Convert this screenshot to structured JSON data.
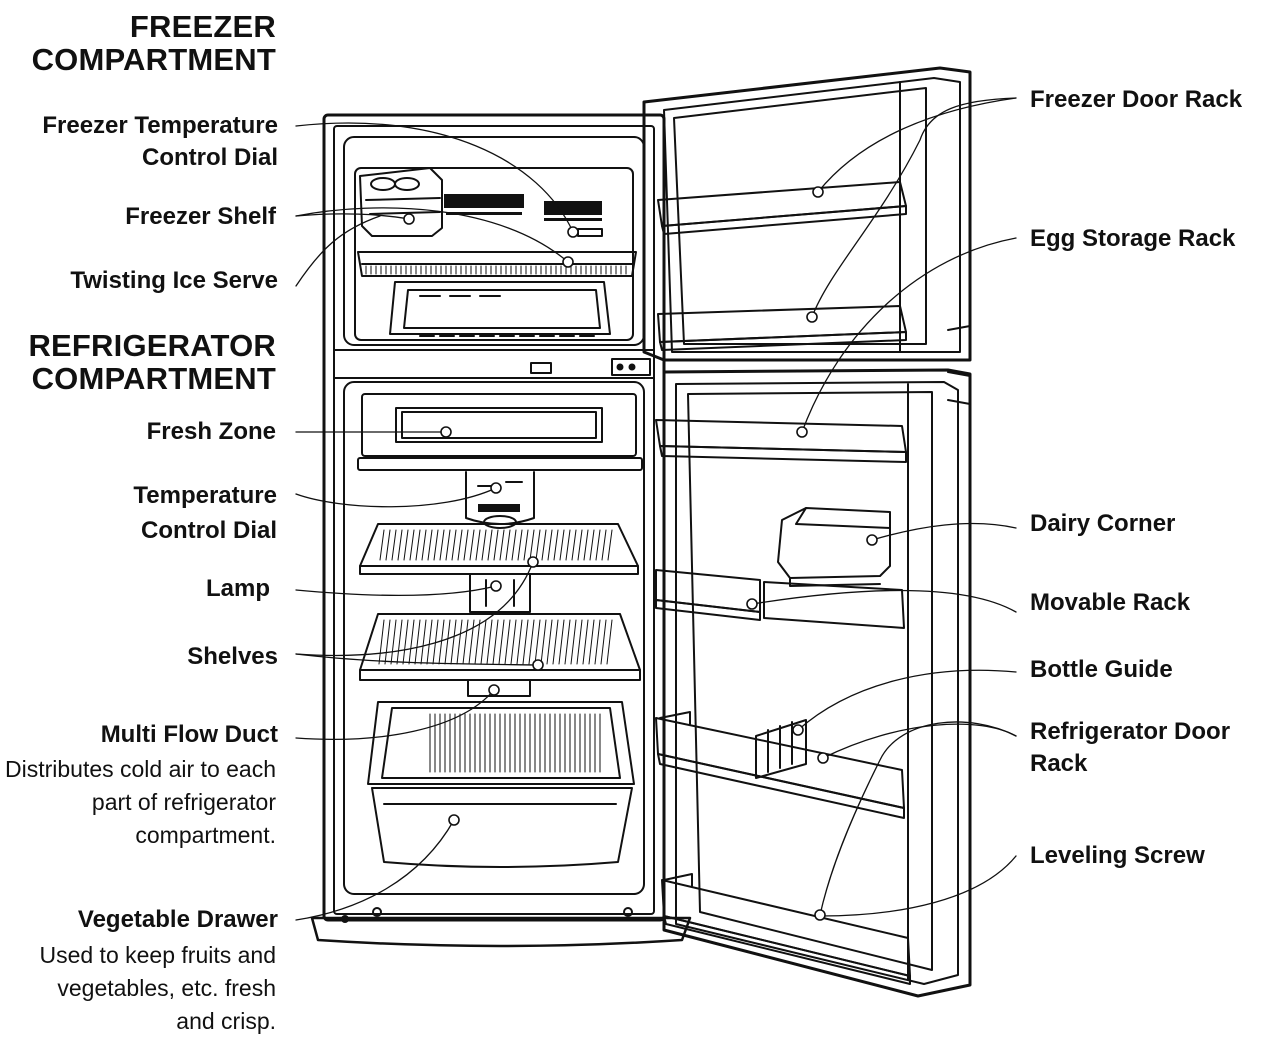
{
  "headings": {
    "freezer": "FREEZER COMPARTMENT",
    "refrigerator": "REFRIGERATOR COMPARTMENT"
  },
  "labels": {
    "freezer_temp_dial": "Freezer Temperature Control Dial",
    "freezer_shelf": "Freezer Shelf",
    "twisting_ice_serve": "Twisting Ice Serve",
    "fresh_zone": "Fresh Zone",
    "temp_control_dial": "Temperature Control Dial",
    "lamp": "Lamp",
    "shelves": "Shelves",
    "multi_flow_duct": "Multi Flow Duct",
    "multi_flow_duct_desc": "Distributes cold air to each part of refrigerator compartment.",
    "vegetable_drawer": "Vegetable Drawer",
    "vegetable_drawer_desc": "Used to keep fruits and vegetables, etc. fresh and crisp.",
    "freezer_door_rack": "Freezer Door Rack",
    "egg_storage_rack": "Egg Storage Rack",
    "dairy_corner": "Dairy Corner",
    "movable_rack": "Movable Rack",
    "bottle_guide": "Bottle Guide",
    "refrigerator_door_rack": "Refrigerator Door Rack",
    "leveling_screw": "Leveling Screw"
  }
}
